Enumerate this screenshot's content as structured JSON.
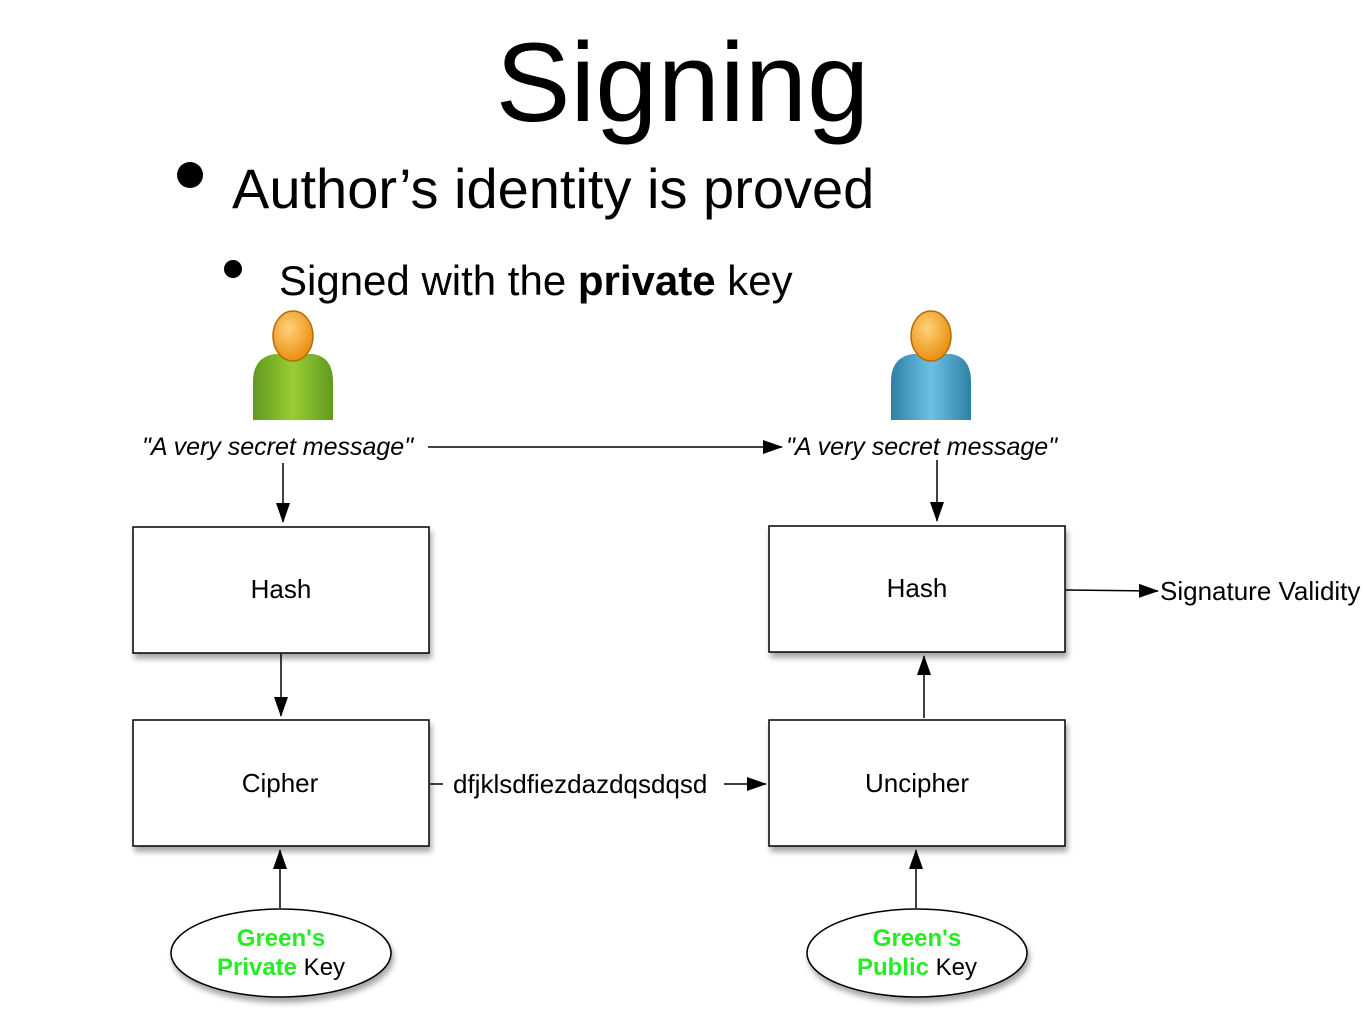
{
  "title": "Signing",
  "bullets": {
    "level1": "Author’s identity is proved",
    "level2": {
      "before": "Signed with the ",
      "bold": "private",
      "after": " key"
    }
  },
  "sender": {
    "avatar_color": "#8dc63f",
    "message": "\"A very secret message\"",
    "hash_label": "Hash",
    "cipher_label": "Cipher",
    "key": {
      "owner": "Green's",
      "name": "Private",
      "suffix": " Key"
    }
  },
  "receiver": {
    "avatar_color": "#4fb3d6",
    "message": "\"A very secret message\"",
    "hash_label": "Hash",
    "uncipher_label": "Uncipher",
    "key": {
      "owner": "Green's",
      "name": "Public",
      "suffix": " Key"
    }
  },
  "ciphertext": "dfjklsdfiezdazdqsdqsd",
  "result_label": "Signature Validity",
  "colors": {
    "key_highlight": "#22ee22",
    "skin": "#f5a623"
  }
}
